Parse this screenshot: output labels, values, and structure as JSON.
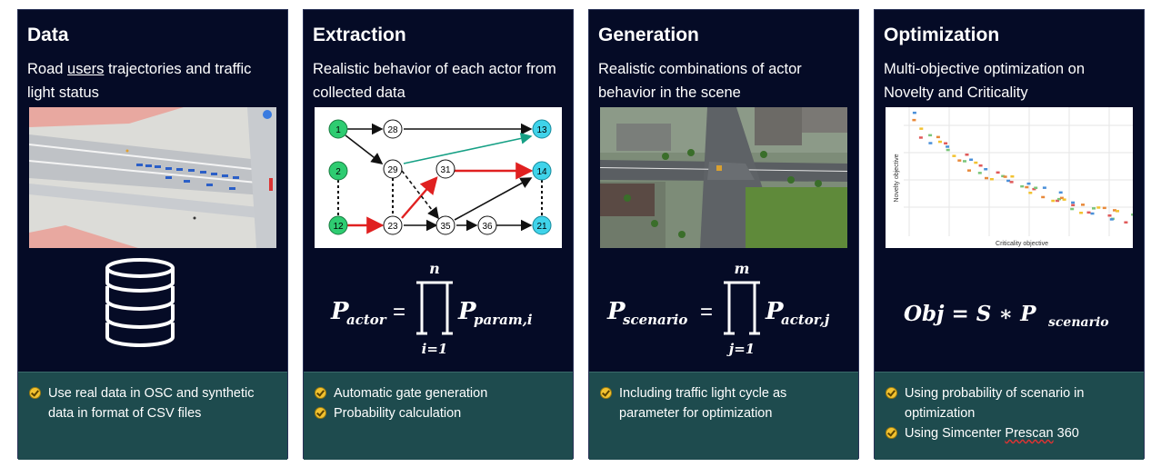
{
  "panels": [
    {
      "title": "Data",
      "subtitle_pre": "Road ",
      "subtitle_u": "users",
      "subtitle_post": " trajectories and traffic light status",
      "bullets": [
        "Use real data in OSC and synthetic data in format of CSV files"
      ]
    },
    {
      "title": "Extraction",
      "subtitle": "Realistic behavior of each actor from collected data",
      "bullets": [
        "Automatic gate generation",
        "Probability calculation"
      ]
    },
    {
      "title": "Generation",
      "subtitle": "Realistic combinations of actor behavior in the scene",
      "bullets": [
        "Including traffic light cycle as parameter for optimization"
      ]
    },
    {
      "title": "Optimization",
      "subtitle": "Multi-objective optimization on Novelty and Criticality",
      "bullets": [
        "Using probability of scenario in optimization"
      ],
      "bullet2_pre": "Using Simcenter ",
      "bullet2_squig": "Prescan",
      "bullet2_post": " 360"
    }
  ],
  "graph": {
    "nodes": [
      "1",
      "2",
      "12",
      "28",
      "29",
      "23",
      "31",
      "35",
      "36",
      "13",
      "14",
      "21"
    ]
  },
  "formulas": {
    "actor": {
      "lhs": "P",
      "lhs_sub": "actor",
      "eq": "=",
      "upper": "n",
      "lower": "i=1",
      "term": "P",
      "term_sub": "param,i"
    },
    "scenario": {
      "lhs": "P",
      "lhs_sub": "scenario",
      "eq": "=",
      "upper": "m",
      "lower": "j=1",
      "term": "P",
      "term_sub": "actor,j"
    },
    "obj": {
      "text": "Obj = S ∗ P",
      "sub": "scenario"
    }
  },
  "scatter": {
    "ylabel": "Novelty objective",
    "xlabel": "Criticality objective"
  },
  "colors": {
    "panel": "#050b26",
    "bottom": "#1e4b4e",
    "green": "#2ecc71",
    "cyan": "#3fd3ea",
    "red": "#e02020",
    "teal": "#16a085",
    "check": "#f2c230"
  },
  "icons": [
    "database-icon",
    "check-circle-icon"
  ]
}
